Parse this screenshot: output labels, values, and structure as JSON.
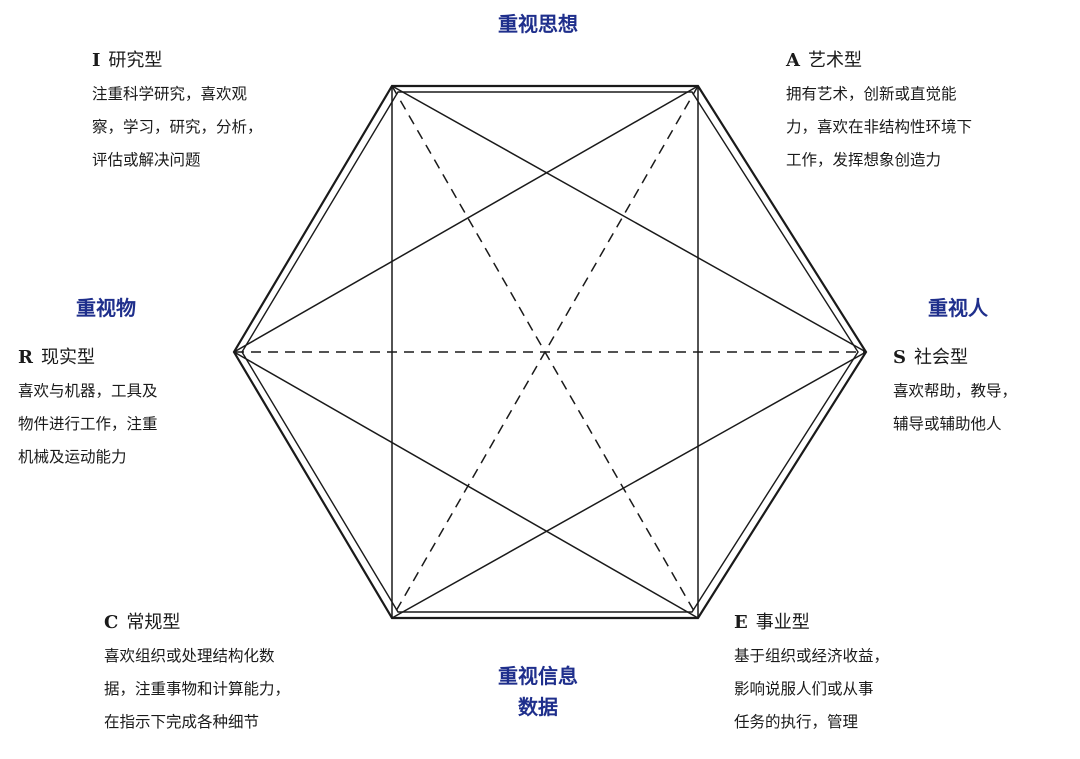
{
  "axes": {
    "top": "重视思想",
    "left": "重视物",
    "right": "重视人",
    "bottom_line1": "重视信息",
    "bottom_line2": "数据"
  },
  "types": {
    "I": {
      "code": "I",
      "name": "研究型",
      "lines": [
        "注重科学研究，喜欢观",
        "察，学习，研究，分析，",
        "评估或解决问题"
      ]
    },
    "A": {
      "code": "A",
      "name": "艺术型",
      "lines": [
        "拥有艺术，创新或直觉能",
        "力，喜欢在非结构性环境下",
        "工作，发挥想象创造力"
      ]
    },
    "R": {
      "code": "R",
      "name": "现实型",
      "lines": [
        "喜欢与机器，工具及",
        "物件进行工作，注重",
        "机械及运动能力"
      ]
    },
    "S": {
      "code": "S",
      "name": "社会型",
      "lines": [
        "喜欢帮助，教导，",
        "辅导或辅助他人"
      ]
    },
    "C": {
      "code": "C",
      "name": "常规型",
      "lines": [
        "喜欢组织或处理结构化数",
        "据，注重事物和计算能力，",
        "在指示下完成各种细节"
      ]
    },
    "E": {
      "code": "E",
      "name": "事业型",
      "lines": [
        "基于组织或经济收益，",
        "影响说服人们或从事",
        "任务的执行，管理"
      ]
    }
  }
}
